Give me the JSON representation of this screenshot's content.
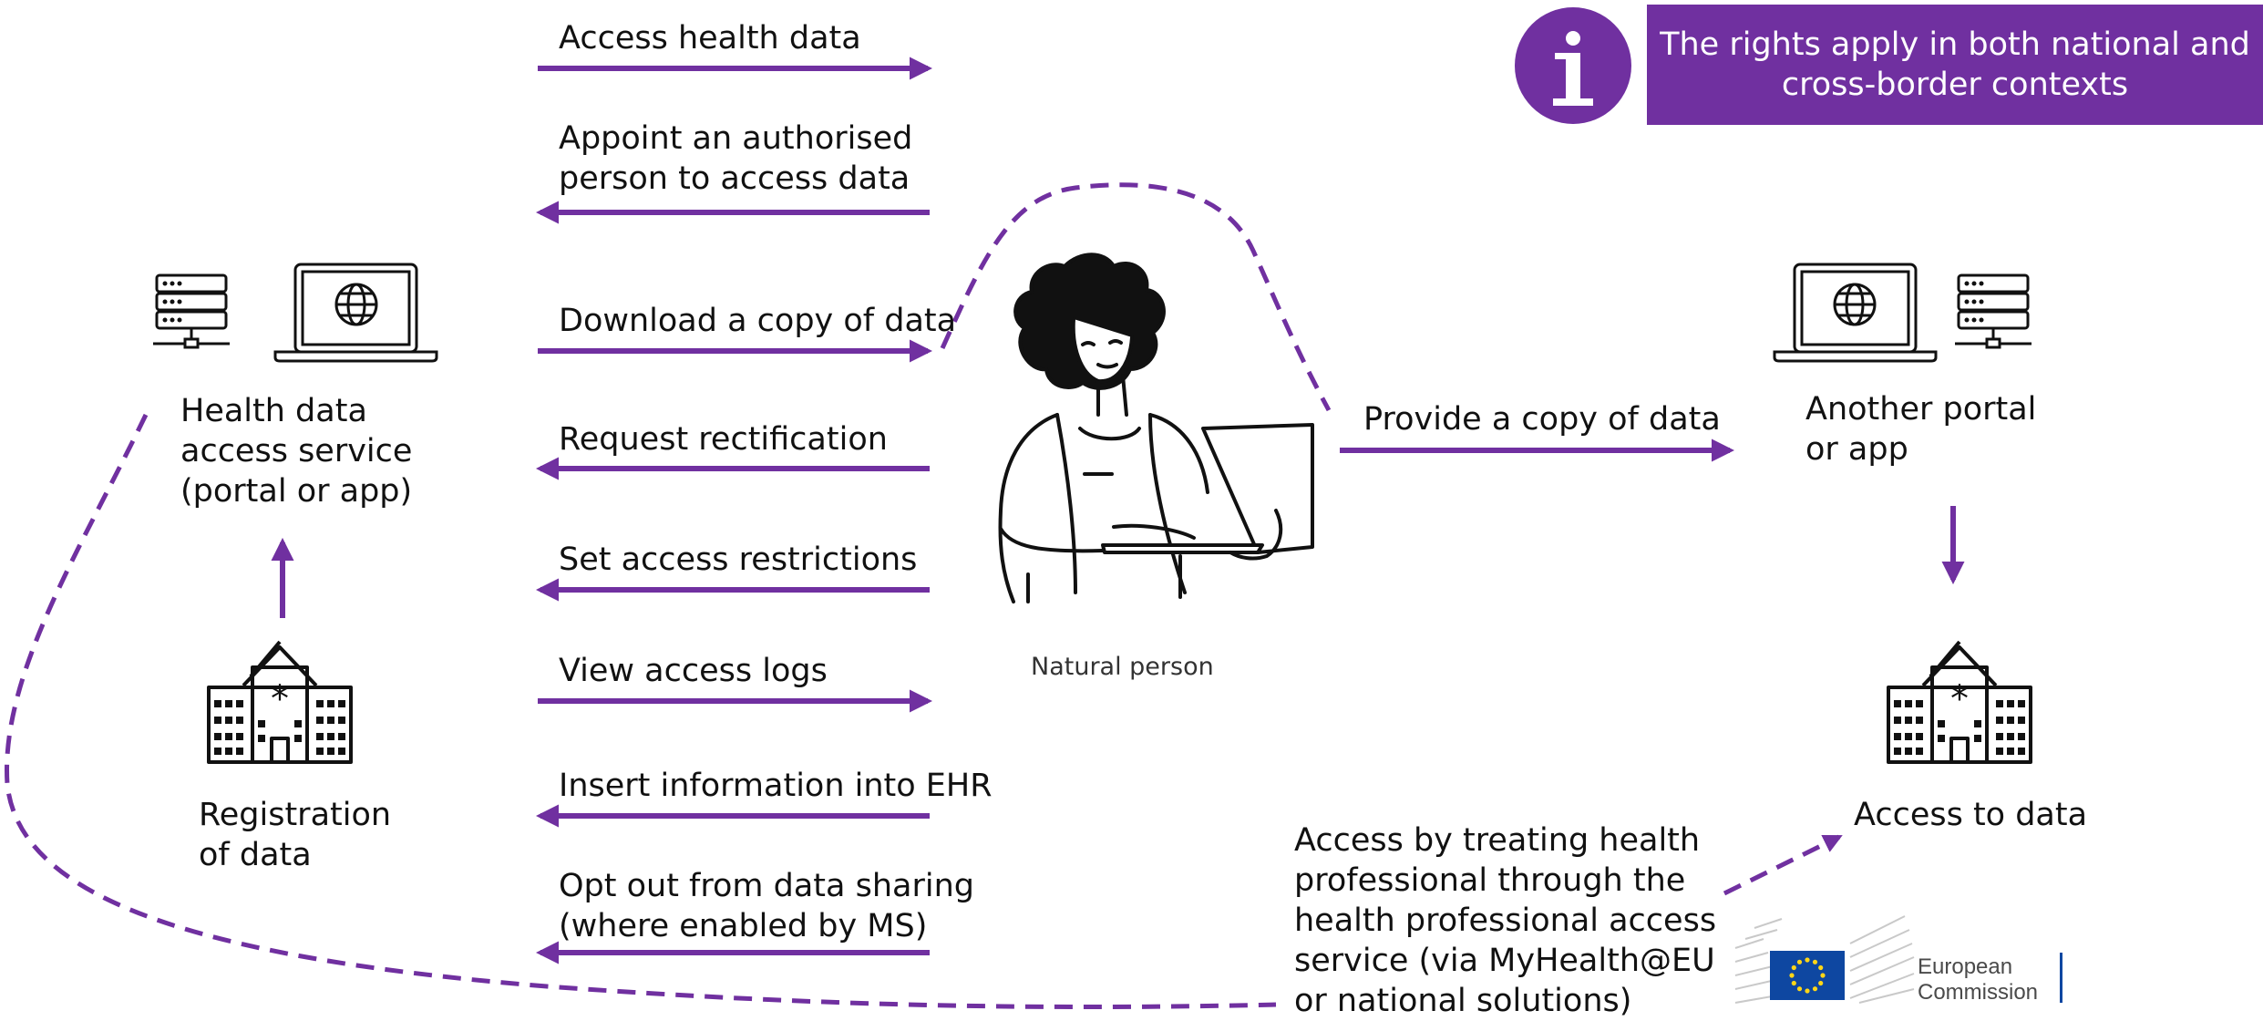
{
  "info_banner": {
    "line1": "The rights apply in both national and",
    "line2": "cross-border contexts"
  },
  "left_portal": {
    "line1": "Health data",
    "line2": "access service",
    "line3": "(portal or app)"
  },
  "registration": {
    "line1": "Registration",
    "line2": "of data"
  },
  "rights": [
    {
      "line1": "Access health data",
      "line2": "",
      "direction": "right"
    },
    {
      "line1": "Appoint an authorised",
      "line2": "person to access data",
      "direction": "left"
    },
    {
      "line1": "Download a copy of data",
      "line2": "",
      "direction": "right"
    },
    {
      "line1": "Request rectification",
      "line2": "",
      "direction": "left"
    },
    {
      "line1": "Set access restrictions",
      "line2": "",
      "direction": "left"
    },
    {
      "line1": "View access logs",
      "line2": "",
      "direction": "right"
    },
    {
      "line1": "Insert information into EHR",
      "line2": "",
      "direction": "left"
    },
    {
      "line1": "Opt out from data sharing",
      "line2": "(where enabled by MS)",
      "direction": "left"
    }
  ],
  "person": {
    "caption": "Natural person"
  },
  "provide_copy": {
    "label": "Provide a copy of data"
  },
  "right_portal": {
    "line1": "Another portal",
    "line2": "or app"
  },
  "access_to_data": {
    "label": "Access to data"
  },
  "treating_professional": {
    "line1": "Access by treating health",
    "line2": "professional through the",
    "line3": "health professional access",
    "line4": "service (via MyHealth@EU",
    "line5": "or national solutions)"
  },
  "logo": {
    "line1": "European",
    "line2": "Commission"
  },
  "colors": {
    "accent": "#7030a0",
    "text": "#111111",
    "eu_blue": "#0e47a1",
    "eu_yellow": "#ffd617"
  }
}
